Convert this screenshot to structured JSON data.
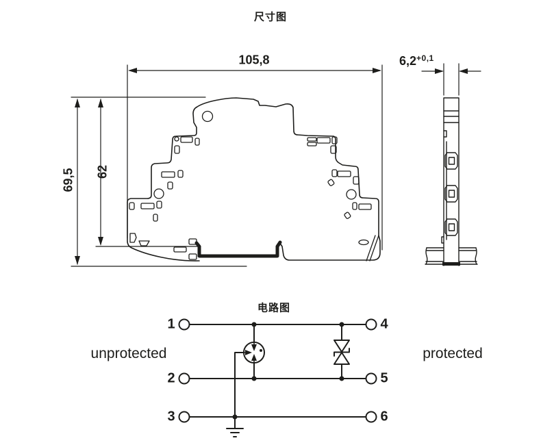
{
  "dimension_drawing": {
    "title": "尺寸图",
    "width_label": "105,8",
    "height_outer_label": "69,5",
    "height_inner_label": "62",
    "depth_label": "6,2",
    "depth_tolerance": "+0,1"
  },
  "circuit_diagram": {
    "title": "电路图",
    "unprotected_label": "unprotected",
    "protected_label": "protected",
    "terminals": [
      "1",
      "2",
      "3",
      "4",
      "5",
      "6"
    ]
  },
  "colors": {
    "ink": "#1d1d1b",
    "background": "#ffffff"
  }
}
